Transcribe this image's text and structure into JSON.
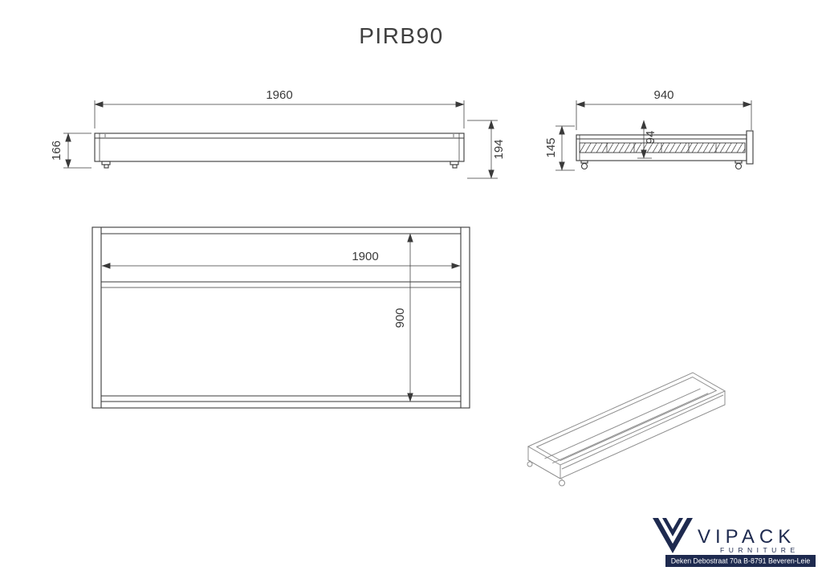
{
  "title": "PIRB90",
  "views": {
    "front": {
      "width": "1960",
      "height_left": "166",
      "height_right": "194"
    },
    "side": {
      "width": "940",
      "height_left": "145",
      "height_inner": "94"
    },
    "top": {
      "length": "1900",
      "depth": "900"
    }
  },
  "logo": {
    "brand": "VIPACK",
    "subtitle": "FURNITURE",
    "address": "Deken Debostraat 70a B-8791 Beveren-Leie"
  },
  "colors": {
    "line": "#3a3a3a",
    "iso_line": "#8f8f8f",
    "navy": "#1e2a4f",
    "white": "#ffffff"
  }
}
